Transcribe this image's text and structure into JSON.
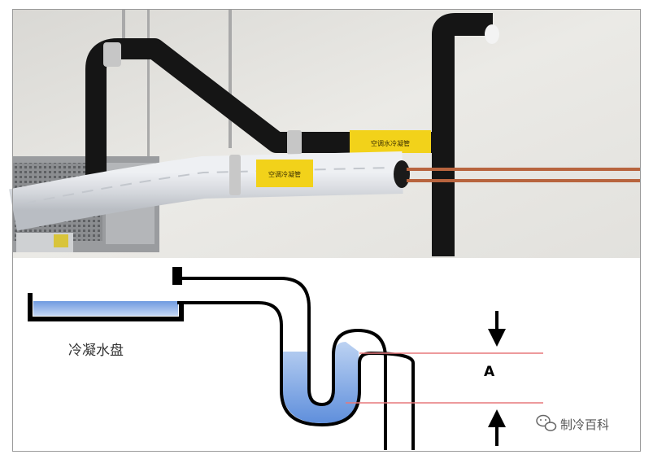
{
  "diagram": {
    "tray_label": "冷凝水盘",
    "dimension_label": "A",
    "watermark_text": "制冷百科",
    "watermark_icon": "wechat-icon"
  },
  "photo": {
    "tape_label_1": "空调水冷凝管",
    "tape_label_2": "空调冷凝管"
  },
  "colors": {
    "water": "#8fb4e8",
    "pipe_outline": "#000000",
    "guide_line": "#e7797c",
    "wall": "#e6e5e1",
    "insulation_black": "#161616",
    "insulation_white": "#dcdfe4",
    "copper": "#b8643e",
    "label_yellow": "#f2d21a"
  }
}
